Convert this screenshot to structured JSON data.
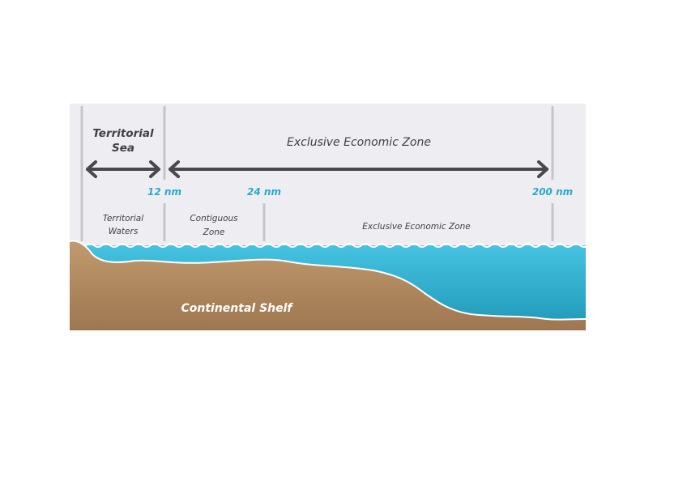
{
  "top_labels": {
    "territorial_sea_line1": "Territorial",
    "territorial_sea_line2": "Sea",
    "eez_title": "Exclusive Economic Zone"
  },
  "distances": {
    "nm12": "12 nm",
    "nm24": "24 nm",
    "nm200": "200 nm"
  },
  "zones": {
    "territorial_waters_line1": "Territorial",
    "territorial_waters_line2": "Waters",
    "contiguous_line1": "Contiguous",
    "contiguous_line2": "Zone",
    "eez": "Exclusive Economic Zone"
  },
  "seabed_label": "Continental Shelf",
  "colors": {
    "background": "#eeeef2",
    "sea": "#2fb0d2",
    "land": "#b48a5e",
    "arrow": "#48484f",
    "divider": "#c4c4cc",
    "distance_text": "#2aa9c9"
  }
}
